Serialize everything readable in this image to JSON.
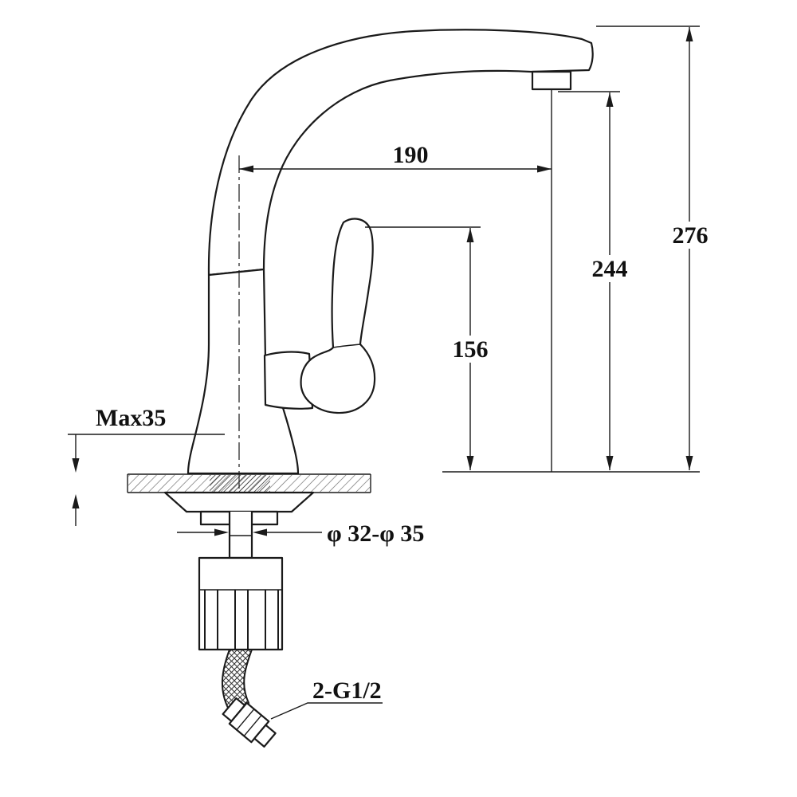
{
  "drawing": {
    "subject": "kitchen faucet installation dimensions",
    "labels": {
      "spout_reach": "190",
      "height_to_spout": "244",
      "overall_height": "276",
      "body_height": "156",
      "max_deck_thickness": "Max35",
      "hole_diameter": "φ 32-φ 35",
      "thread_spec": "2-G1/2"
    }
  }
}
